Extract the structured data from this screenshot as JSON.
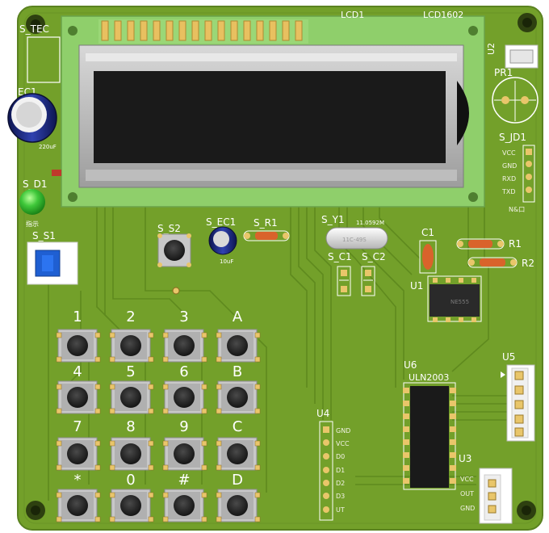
{
  "board": {
    "lcd_label": "LCD1",
    "lcd_part": "LCD1602",
    "labels": {
      "s_tec": "S_TEC",
      "ec1": "EC1",
      "cap_value": "220uF",
      "s_d1": "S_D1",
      "led_note": "指示",
      "s_s1": "S_S1",
      "s_s2": "S_S2",
      "s_ec1": "S_EC1",
      "s_ec1_value": "10uF",
      "s_r1": "S_R1",
      "s_y1": "S_Y1",
      "crystal_freq": "11.0592M",
      "crystal_body": "11C-49S",
      "s_c1": "S_C1",
      "s_c2": "S_C2",
      "c1": "C1",
      "r1": "R1",
      "r2": "R2",
      "u1": "U1",
      "u1_chip": "NE555",
      "u2": "U2",
      "pr1": "PR1",
      "s_jd1": "S_JD1",
      "u3": "U3",
      "u4": "U4",
      "u5": "U5",
      "u6": "U6",
      "u6_part": "ULN2003"
    },
    "jd1_pins": [
      "VCC",
      "GND",
      "RXD",
      "TXD",
      "N&口"
    ],
    "u4_pins": [
      "GND",
      "VCC",
      "D0",
      "D1",
      "D2",
      "D3",
      "UT"
    ],
    "u3_pins": [
      "VCC",
      "OUT",
      "GND"
    ],
    "keypad": [
      "1",
      "2",
      "3",
      "A",
      "4",
      "5",
      "6",
      "B",
      "7",
      "8",
      "9",
      "C",
      "*",
      "0",
      "#",
      "D"
    ],
    "colors": {
      "pcb": "#74a02b",
      "silkscreen": "#ffffff",
      "copper": "#e9c66a",
      "lcd_green": "#8fce6a",
      "lcd_glass": "#1a1a1a",
      "led": "#3cc23c",
      "capacitor_blue": "#1f2f8c",
      "switch_blue": "#1e5fd0"
    }
  }
}
